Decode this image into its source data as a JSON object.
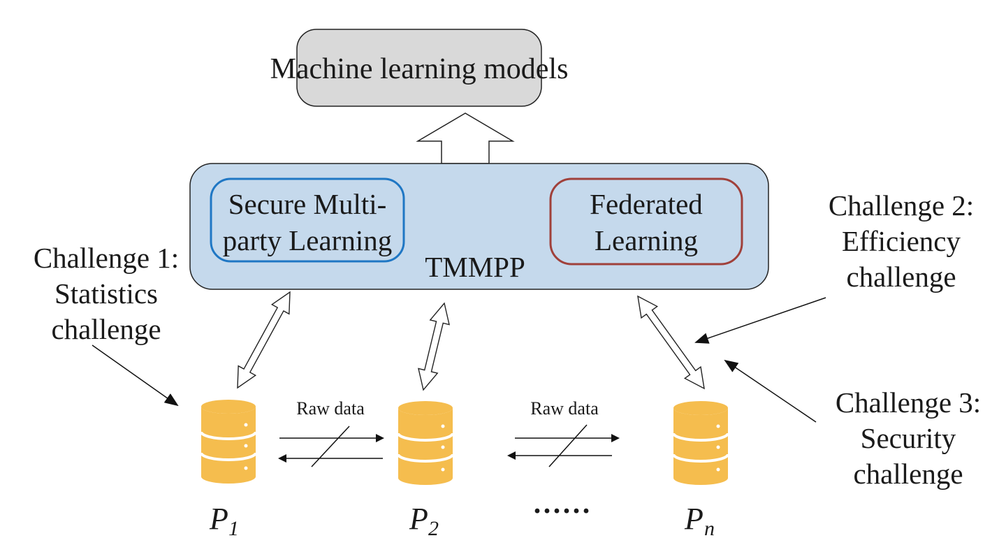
{
  "top_box": {
    "label": "Machine learning models"
  },
  "center_box": {
    "label": "TMMPP",
    "smpl_lines": [
      "Secure Multi-",
      "party Learning"
    ],
    "fl_lines": [
      "Federated",
      "Learning"
    ]
  },
  "challenges": [
    {
      "lines": [
        "Challenge 1:",
        "Statistics",
        "challenge"
      ]
    },
    {
      "lines": [
        "Challenge 2:",
        "Efficiency",
        "challenge"
      ]
    },
    {
      "lines": [
        "Challenge 3:",
        "Security",
        "challenge"
      ]
    }
  ],
  "parties": [
    {
      "letter": "P",
      "sub": "1"
    },
    {
      "letter": "P",
      "sub": "2"
    },
    {
      "letter": "P",
      "sub": "n"
    }
  ],
  "raw_data_label": "Raw data",
  "ellipsis": "······",
  "colors": {
    "top_box_fill": "#d9d9d9",
    "center_box_fill": "#c5d9ec",
    "smpl_border": "#1f77c4",
    "fl_border": "#a0403a",
    "database_fill": "#f5bd4e",
    "database_line": "#ffffff"
  }
}
